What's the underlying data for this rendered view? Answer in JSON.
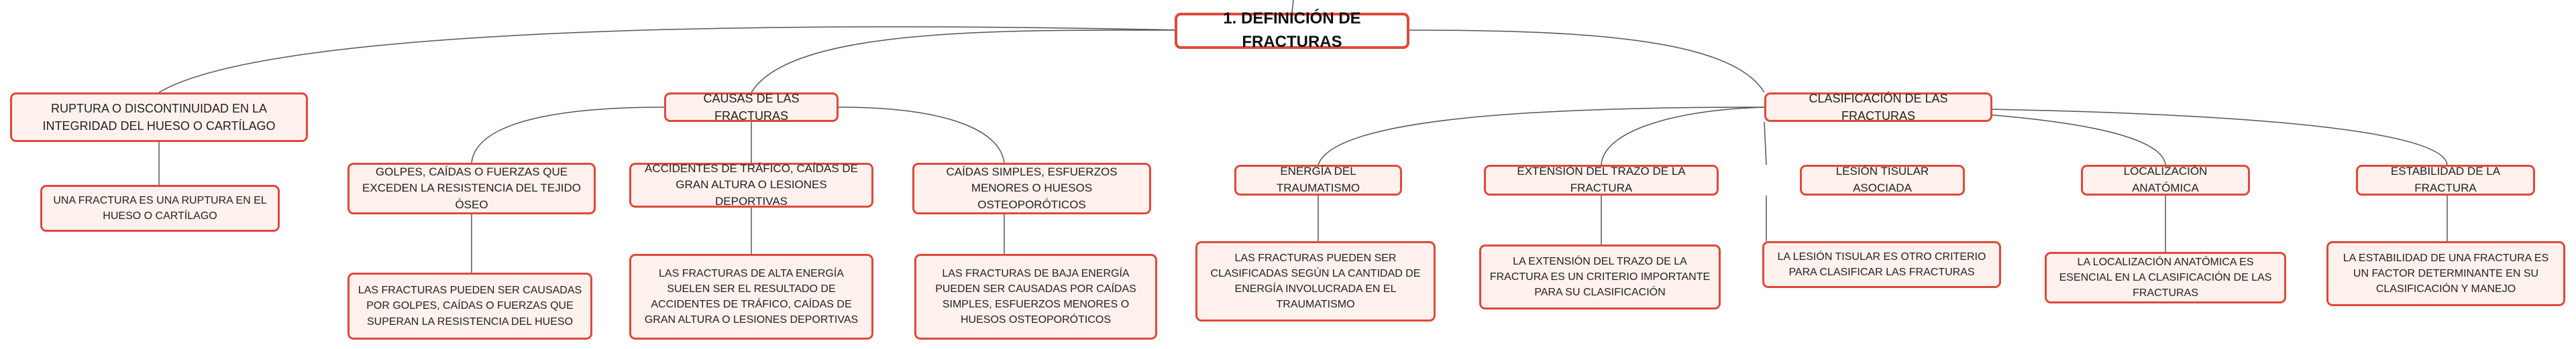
{
  "root": {
    "label": "1. DEFINICIÓN DE FRACTURAS"
  },
  "branches": [
    {
      "label": "RUPTURA O DISCONTINUIDAD EN LA INTEGRIDAD DEL HUESO O CARTÍLAGO",
      "child": "UNA FRACTURA ES UNA RUPTURA EN EL HUESO O CARTÍLAGO"
    },
    {
      "label": "CAUSAS DE LAS FRACTURAS",
      "children": [
        {
          "label": "GOLPES, CAÍDAS O FUERZAS QUE EXCEDEN LA RESISTENCIA DEL TEJIDO ÓSEO",
          "child": "LAS FRACTURAS PUEDEN SER CAUSADAS POR GOLPES, CAÍDAS O FUERZAS QUE SUPERAN LA RESISTENCIA DEL HUESO"
        },
        {
          "label": "ACCIDENTES DE TRÁFICO, CAÍDAS DE GRAN ALTURA O LESIONES DEPORTIVAS",
          "child": "LAS FRACTURAS DE ALTA ENERGÍA SUELEN SER EL RESULTADO DE ACCIDENTES DE TRÁFICO, CAÍDAS DE GRAN ALTURA O LESIONES DEPORTIVAS"
        },
        {
          "label": "CAÍDAS SIMPLES, ESFUERZOS MENORES O HUESOS OSTEOPORÓTICOS",
          "child": "LAS FRACTURAS DE BAJA ENERGÍA PUEDEN SER CAUSADAS POR CAÍDAS SIMPLES, ESFUERZOS MENORES O HUESOS OSTEOPORÓTICOS"
        }
      ]
    },
    {
      "label": "CLASIFICACIÓN DE LAS FRACTURAS",
      "children": [
        {
          "label": "ENERGÍA DEL TRAUMATISMO",
          "child": "LAS FRACTURAS PUEDEN SER CLASIFICADAS SEGÚN LA CANTIDAD DE ENERGÍA INVOLUCRADA EN EL TRAUMATISMO"
        },
        {
          "label": "EXTENSIÓN DEL TRAZO DE LA FRACTURA",
          "child": "LA EXTENSIÓN DEL TRAZO DE LA FRACTURA ES UN CRITERIO IMPORTANTE PARA SU CLASIFICACIÓN"
        },
        {
          "label": "LESIÓN TISULAR ASOCIADA",
          "child": "LA LESIÓN TISULAR ES OTRO CRITERIO PARA CLASIFICAR LAS FRACTURAS"
        },
        {
          "label": "LOCALIZACIÓN ANATÓMICA",
          "child": "LA LOCALIZACIÓN ANATÓMICA ES ESENCIAL EN LA CLASIFICACIÓN DE LAS FRACTURAS"
        },
        {
          "label": "ESTABILIDAD DE LA FRACTURA",
          "child": "LA ESTABILIDAD DE UNA FRACTURA ES UN FACTOR DETERMINANTE EN SU CLASIFICACIÓN Y MANEJO"
        }
      ]
    }
  ]
}
